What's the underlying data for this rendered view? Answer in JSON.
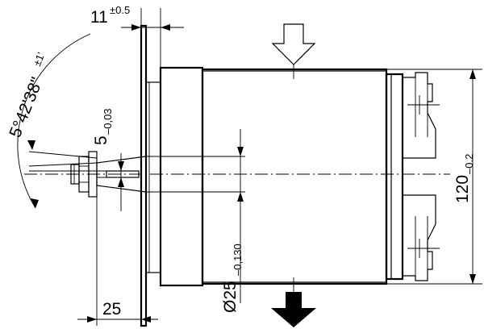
{
  "dimensions": {
    "flange_offset": {
      "value": "11",
      "tolerance": "±0.5"
    },
    "cone_angle": {
      "value": "5°42'38\"",
      "tolerance": "±1'"
    },
    "key_width": {
      "value": "5",
      "tolerance": "–0,03"
    },
    "shaft_length": {
      "value": "25"
    },
    "shaft_diameter": {
      "value": "Ø25",
      "tolerance": "–0,130"
    },
    "body_height": {
      "value": "120",
      "tolerance": "–0.2"
    }
  }
}
